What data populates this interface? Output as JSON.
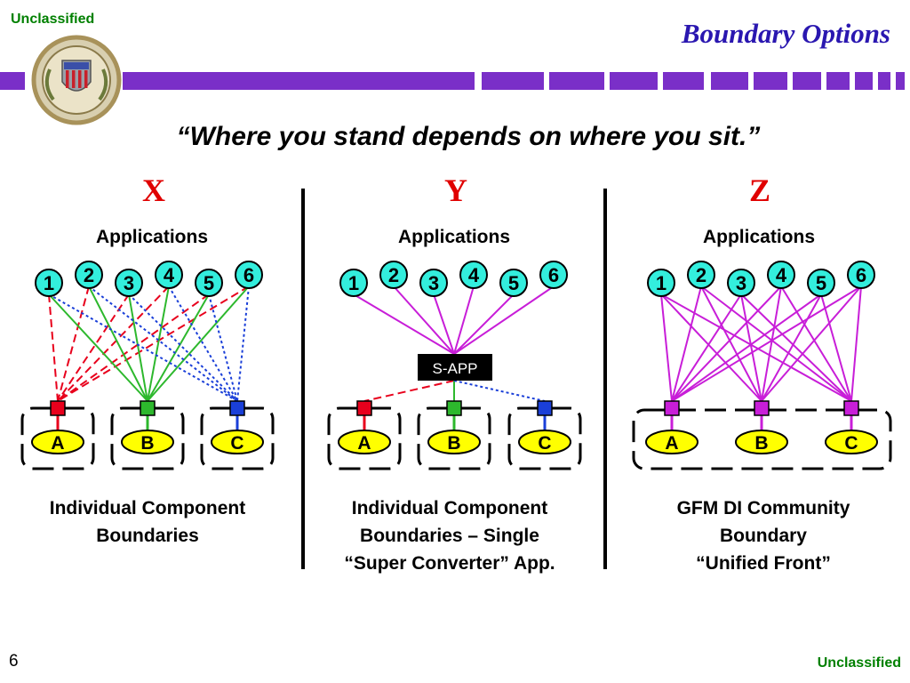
{
  "header": {
    "classification_top": "Unclassified",
    "title": "Boundary Options",
    "colors": {
      "bar": "#7a2fc8",
      "title": "#2a17b0",
      "classification": "#008000"
    },
    "seal_icon": "joint-chiefs-seal-icon"
  },
  "quote": "“Where you stand depends on where you sit.”",
  "panels": [
    {
      "letter": "X",
      "apps_label": "Applications",
      "apps": [
        "1",
        "2",
        "3",
        "4",
        "5",
        "6"
      ],
      "components": [
        "A",
        "B",
        "C"
      ],
      "caption": [
        "Individual Component",
        "Boundaries"
      ]
    },
    {
      "letter": "Y",
      "apps_label": "Applications",
      "apps": [
        "1",
        "2",
        "3",
        "4",
        "5",
        "6"
      ],
      "converter_label": "S-APP",
      "components": [
        "A",
        "B",
        "C"
      ],
      "caption": [
        "Individual Component",
        "Boundaries –  Single",
        "“Super Converter” App."
      ]
    },
    {
      "letter": "Z",
      "apps_label": "Applications",
      "apps": [
        "1",
        "2",
        "3",
        "4",
        "5",
        "6"
      ],
      "components": [
        "A",
        "B",
        "C"
      ],
      "caption": [
        "GFM DI Community",
        "Boundary",
        "“Unified Front”"
      ]
    }
  ],
  "footer": {
    "page_number": "6",
    "classification_bottom": "Unclassified"
  },
  "colors": {
    "component_a": "#e8001c",
    "component_b": "#2db82d",
    "component_c": "#1a3fd8",
    "unified": "#c81ed8",
    "app_fill": "#33eedd",
    "component_fill": "#ffff00"
  }
}
